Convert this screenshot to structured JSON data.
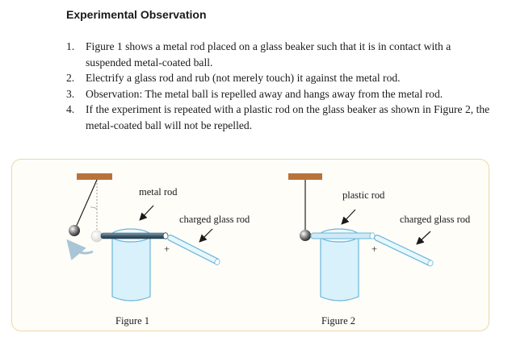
{
  "heading": "Experimental Observation",
  "steps": [
    {
      "num": "1.",
      "text": "Figure 1 shows a metal rod placed on a glass beaker such that it is in contact with a suspended metal-coated ball."
    },
    {
      "num": "2.",
      "text": "Electrify a glass rod and rub (not merely touch) it against the metal rod."
    },
    {
      "num": "3.",
      "text": "Observation: The metal ball is repelled away and hangs away from the metal rod."
    },
    {
      "num": "4.",
      "text": "If the experiment is repeated with a plastic rod on the glass beaker as shown in Figure 2, the metal-coated ball will not be repelled."
    }
  ],
  "figure1": {
    "rod_label": "metal rod",
    "glass_rod_label": "charged glass rod",
    "charge_sign": "+",
    "caption": "Figure 1"
  },
  "figure2": {
    "rod_label": "plastic rod",
    "glass_rod_label": "charged glass rod",
    "charge_sign": "+",
    "caption": "Figure 2"
  },
  "colors": {
    "panel_border": "#e9d9a8",
    "support_bar": "#b8733a",
    "beaker_fill": "#d8f1fb",
    "beaker_stroke": "#6ab6d9",
    "metal_rod": "#4a6a80",
    "plastic_rod": "#cfe9f7",
    "glass_rod": "#dff3fc",
    "swing_arrow": "#a9c6d6"
  }
}
